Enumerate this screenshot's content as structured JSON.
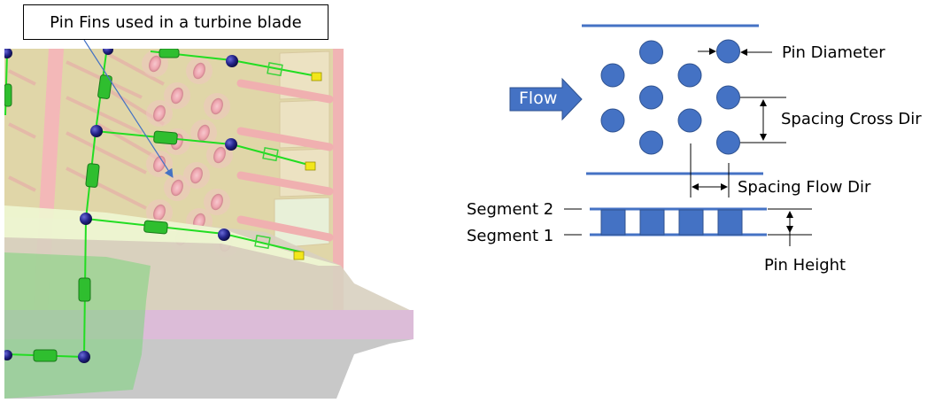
{
  "left_panel": {
    "title": "Pin Fins used in a turbine blade",
    "image_description": "Translucent 3D turbine blade model with pink cooling pin fins and green flow-network elements (blue nodes, green resistors, yellow end caps)"
  },
  "schematic": {
    "flow_label": "Flow",
    "labels": {
      "pin_diameter": "Pin Diameter",
      "spacing_cross_dir": "Spacing Cross Dir",
      "spacing_flow_dir": "Spacing Flow Dir",
      "segment_2": "Segment 2",
      "segment_1": "Segment 1",
      "pin_height": "Pin Height"
    },
    "pin_layout": {
      "columns": 4,
      "pins_per_column": [
        2,
        3,
        2,
        3
      ],
      "arrangement": "staggered",
      "side_view_pins": 4
    },
    "colors": {
      "pin_fill": "#4472c4",
      "pin_stroke": "#2f528f",
      "wall_line": "#4472c4",
      "dimension_line": "#000000"
    }
  }
}
